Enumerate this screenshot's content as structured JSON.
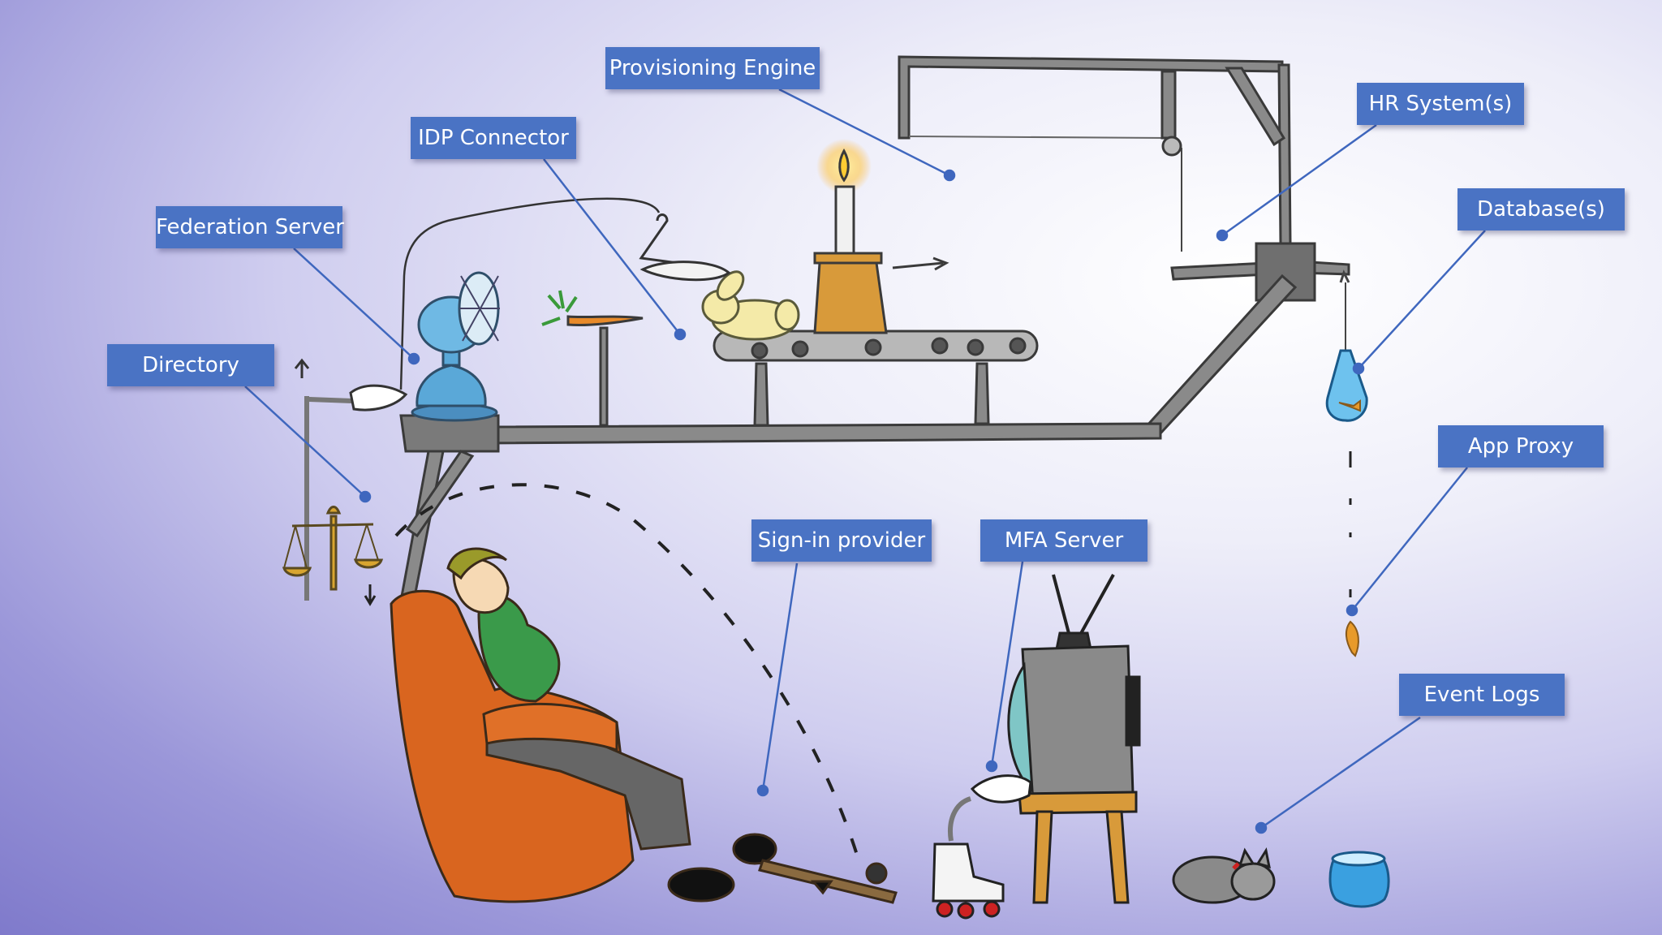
{
  "labels": {
    "provisioning_engine": "Provisioning Engine",
    "idp_connector": "IDP Connector",
    "federation_server": "Federation Server",
    "directory": "Directory",
    "hr_systems": "HR System(s)",
    "databases": "Database(s)",
    "app_proxy": "App Proxy",
    "sign_in_provider": "Sign-in provider",
    "mfa_server": "MFA Server",
    "event_logs": "Event Logs"
  },
  "colors": {
    "label_bg": "#4a73c4",
    "label_text": "#ffffff",
    "leader_line": "#3f67be",
    "armchair": "#d9651f",
    "shirt": "#3a9a4a",
    "fan": "#5aa8d8",
    "candle_base": "#d89a3a"
  }
}
